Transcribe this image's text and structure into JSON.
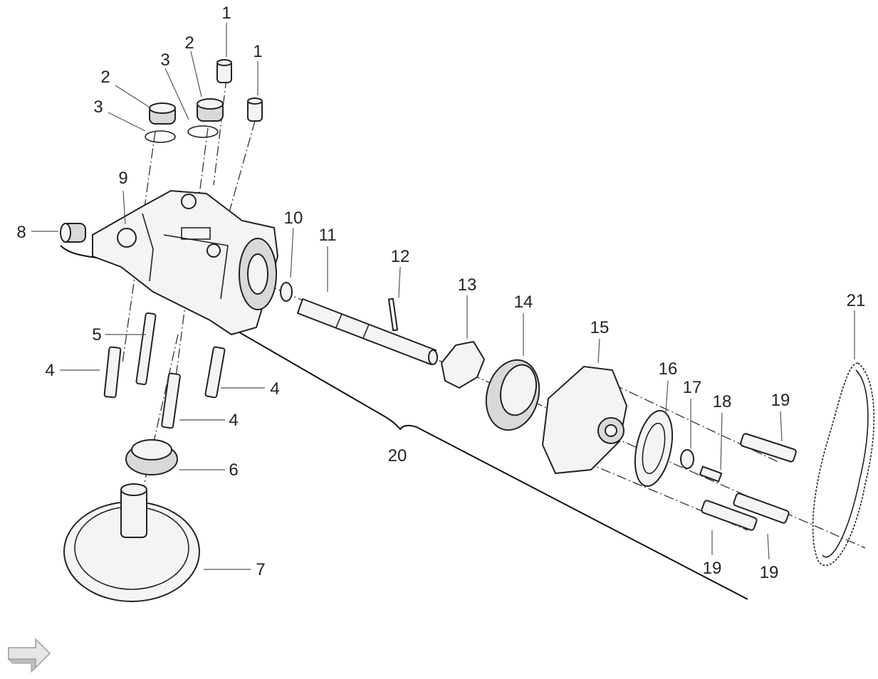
{
  "diagram": {
    "callouts": {
      "c1a": "1",
      "c1b": "1",
      "c2a": "2",
      "c2b": "2",
      "c3a": "3",
      "c3b": "3",
      "c4a": "4",
      "c4b": "4",
      "c4c": "4",
      "c5": "5",
      "c6": "6",
      "c7": "7",
      "c8": "8",
      "c9": "9",
      "c10": "10",
      "c11": "11",
      "c12": "12",
      "c13": "13",
      "c14": "14",
      "c15": "15",
      "c16": "16",
      "c17": "17",
      "c18": "18",
      "c19a": "19",
      "c19b": "19",
      "c19c": "19",
      "c20": "20",
      "c21": "21"
    },
    "nav_arrow_icon": "arrow-icon"
  }
}
